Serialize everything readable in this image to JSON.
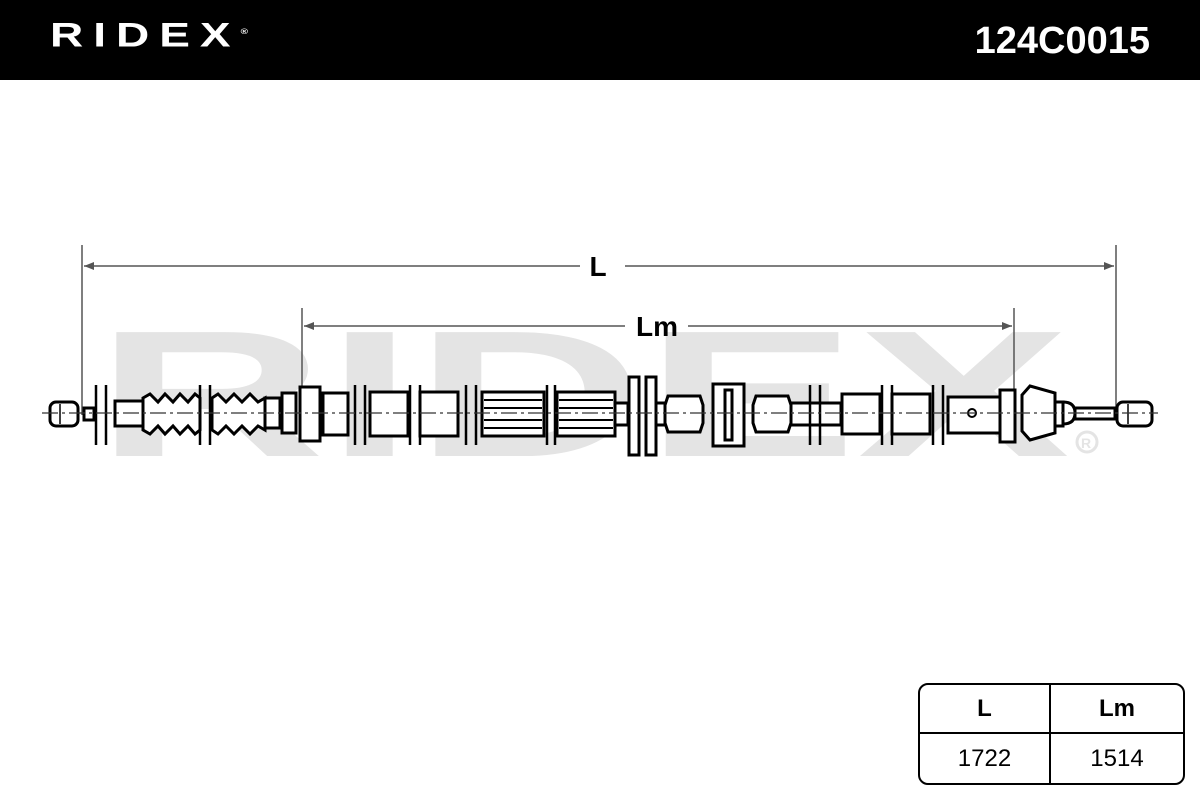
{
  "header": {
    "brand": "RIDEX",
    "part_number": "124C0015"
  },
  "watermark": {
    "text": "RIDEX"
  },
  "dimensions": {
    "L_label": "L",
    "Lm_label": "Lm"
  },
  "table": {
    "headers": [
      "L",
      "Lm"
    ],
    "values": [
      "1722",
      "1514"
    ]
  }
}
